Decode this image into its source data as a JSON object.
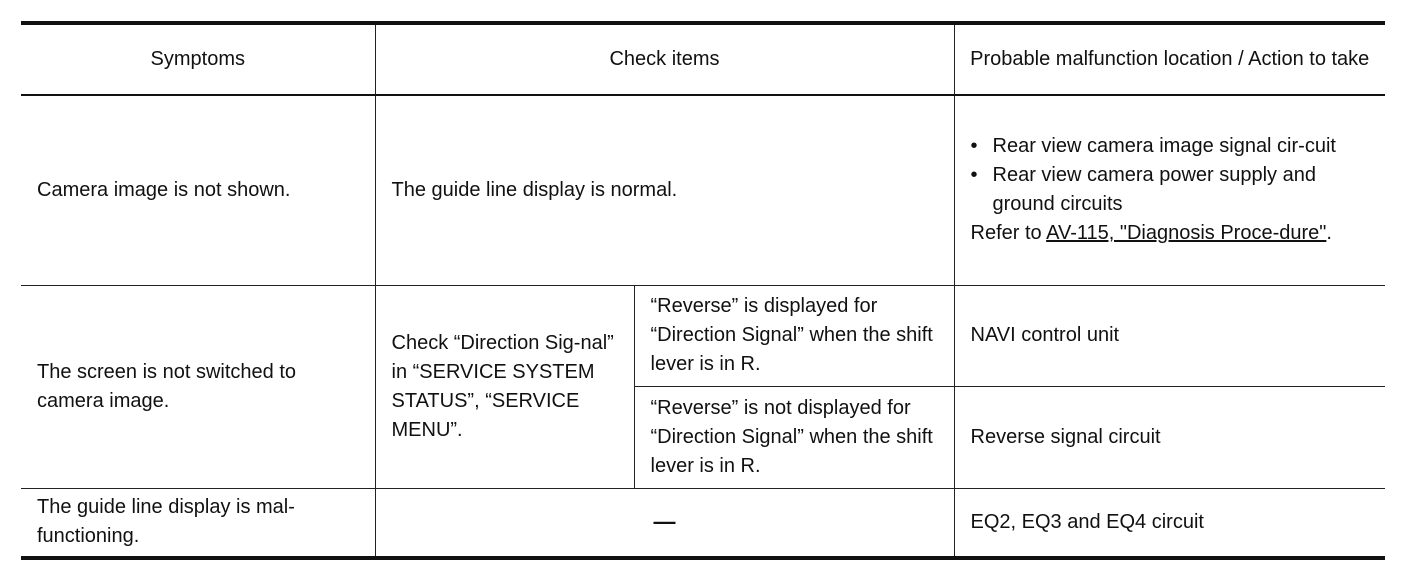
{
  "headers": {
    "symptoms": "Symptoms",
    "check_items": "Check items",
    "action": "Probable malfunction location / Action to take"
  },
  "rows": {
    "row1": {
      "symptom": "Camera image is not shown.",
      "check": "The guide line display is normal.",
      "bullets": [
        "Rear view camera image signal cir-cuit",
        "Rear view camera power supply and ground circuits"
      ],
      "refer_prefix": "Refer to ",
      "refer_link": "AV-115, \"Diagnosis Proce-dure\"",
      "refer_suffix": "."
    },
    "row2": {
      "symptom": "The screen is not switched to camera image.",
      "check": "Check “Direction Sig-nal” in “SERVICE SYSTEM STATUS”, “SERVICE MENU”.",
      "sub_a_condition": "“Reverse” is displayed for “Direction Signal” when the shift lever is in R.",
      "sub_a_action": "NAVI control unit",
      "sub_b_condition": "“Reverse” is not displayed for “Direction Signal” when the shift lever is in R.",
      "sub_b_action": "Reverse signal circuit"
    },
    "row3": {
      "symptom": "The guide line display is mal-functioning.",
      "check": "—",
      "action": "EQ2, EQ3 and EQ4 circuit"
    }
  }
}
